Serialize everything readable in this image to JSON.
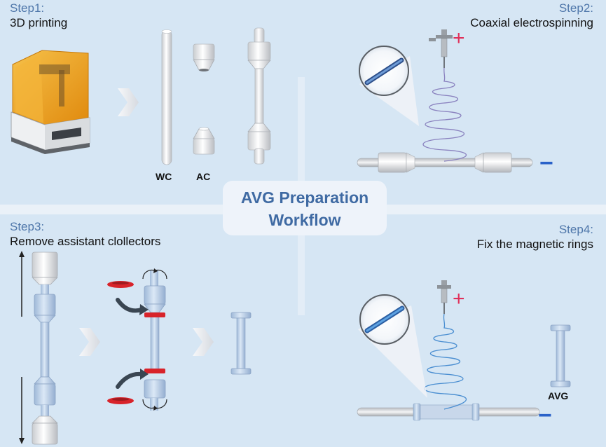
{
  "center": {
    "line1": "AVG Preparation",
    "line2": "Workflow"
  },
  "step1": {
    "tag": "Step1:",
    "title": "3D printing",
    "labels": {
      "wc": "WC",
      "ac": "AC"
    }
  },
  "step2": {
    "tag": "Step2:",
    "title": "Coaxial electrospinning",
    "plus": "+",
    "minus": "−"
  },
  "step3": {
    "tag": "Step3:",
    "title": "Remove assistant clollectors"
  },
  "step4": {
    "tag": "Step4:",
    "title": "Fix the magnetic rings",
    "plus": "+",
    "minus": "−",
    "label": "AVG"
  },
  "colors": {
    "panel_bg": "#d6e6f4",
    "divider": "#eef2f6",
    "step_tag": "#4f77aa",
    "center_text": "#3f6aa3",
    "plus": "#e0305a",
    "minus": "#2a62c9",
    "magnetic_ring": "#d8232a",
    "avg_tube": "#b9cfe9",
    "printer_lid": "#f0a31a"
  }
}
